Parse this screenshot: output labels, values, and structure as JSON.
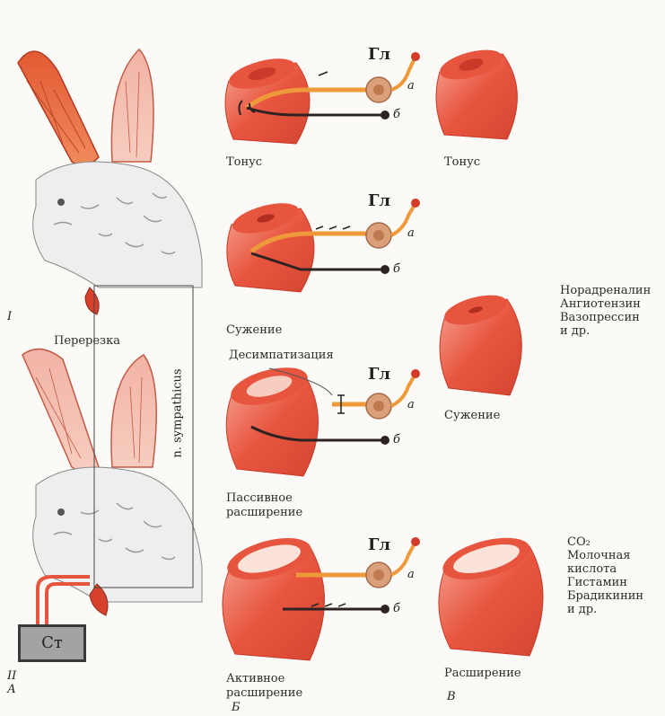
{
  "labels": {
    "cut": "Перерезка",
    "nerve": "n. sympathicus",
    "st": "Ст",
    "gl": "Гл",
    "a": "а",
    "b": "б",
    "roman_1": "I",
    "roman_2": "II",
    "panel_A": "А",
    "panel_B": "Б",
    "panel_V": "В",
    "tonus_1": "Тонус",
    "tonus_2": "Тонус",
    "narrowing_1": "Сужение",
    "narrowing_2": "Сужение",
    "desympathization": "Десимпатизация",
    "passive_dilation_1": "Пассивное",
    "passive_dilation_2": "расширение",
    "active_dilation_1": "Активное",
    "active_dilation_2": "расширение",
    "dilation": "Расширение",
    "constrictors": [
      "Норадреналин",
      "Ангиотензин",
      "Вазопрессин",
      "и др."
    ],
    "dilators": [
      "CO₂",
      "Молочная",
      "кислота",
      "Гистамин",
      "Брадикинин",
      "и др."
    ]
  },
  "colors": {
    "vessel": "#e8553f",
    "vessel_light": "#f29a88",
    "vessel_dark": "#c93a2a",
    "ear_red": "#e0623c",
    "ear_pale": "#f0a99a",
    "nerve_orange": "#ef9a3a",
    "nerve_dark": "#2e2323",
    "ganglion": "#d9a07a",
    "fur": "#e9e9e9"
  }
}
